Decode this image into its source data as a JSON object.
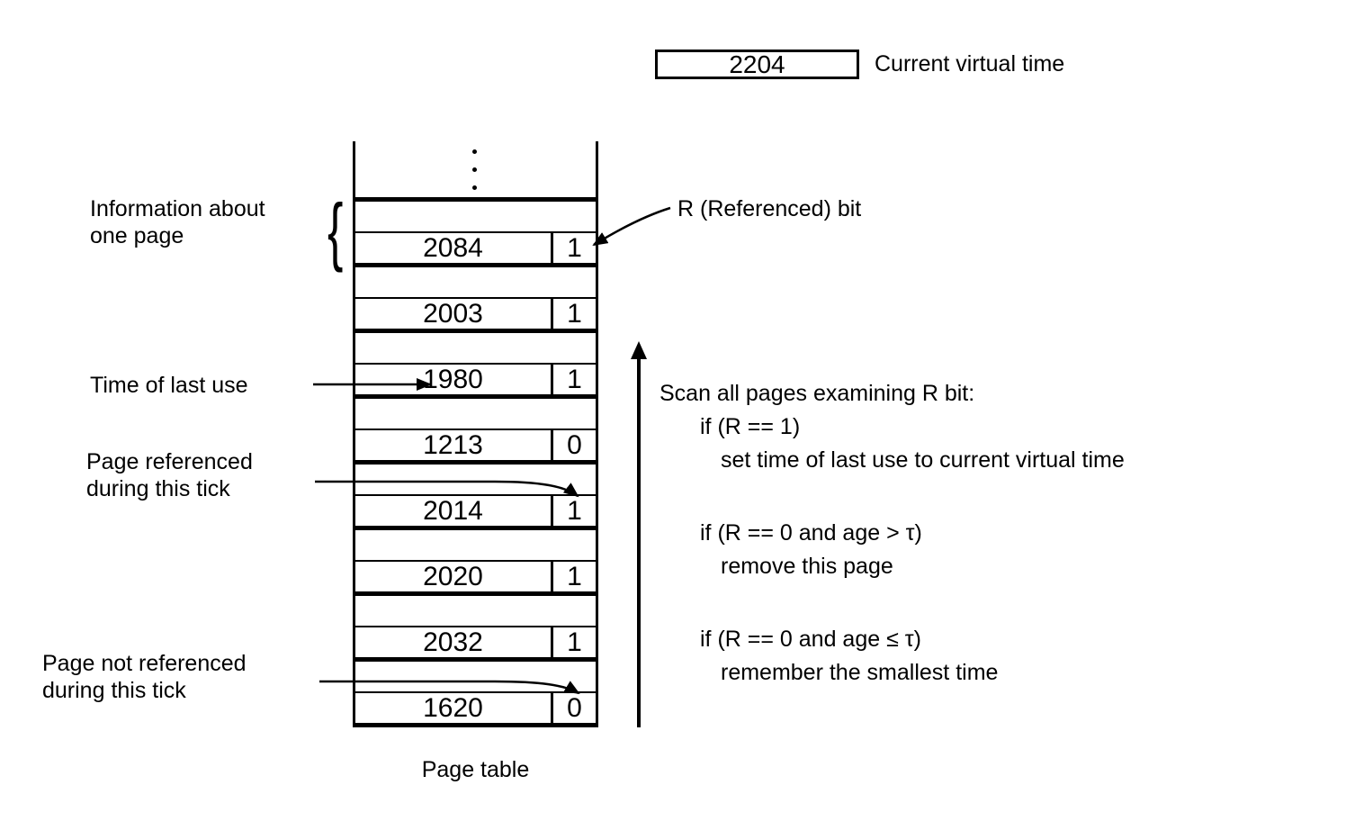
{
  "colors": {
    "ink": "#000000",
    "background": "#ffffff"
  },
  "current_virtual_time": {
    "value": "2204",
    "label": "Current virtual time"
  },
  "page_table": {
    "caption": "Page table",
    "entries": [
      {
        "time_of_last_use": "2084",
        "r_bit": "1"
      },
      {
        "time_of_last_use": "2003",
        "r_bit": "1"
      },
      {
        "time_of_last_use": "1980",
        "r_bit": "1"
      },
      {
        "time_of_last_use": "1213",
        "r_bit": "0"
      },
      {
        "time_of_last_use": "2014",
        "r_bit": "1"
      },
      {
        "time_of_last_use": "2020",
        "r_bit": "1"
      },
      {
        "time_of_last_use": "2032",
        "r_bit": "1"
      },
      {
        "time_of_last_use": "1620",
        "r_bit": "0"
      }
    ]
  },
  "annotations": {
    "brace": "{",
    "info_line1": "Information about",
    "info_line2": "one page",
    "r_bit_label": "R (Referenced) bit",
    "time_of_last_use": "Time of last use",
    "page_ref_line1": "Page referenced",
    "page_ref_line2": "during this tick",
    "page_not_ref_line1": "Page not referenced",
    "page_not_ref_line2": "during this tick"
  },
  "algorithm": {
    "lines": [
      {
        "text": "Scan all pages examining R bit:",
        "indent": 0,
        "gap": false
      },
      {
        "text": "if (R == 1)",
        "indent": 1,
        "gap": false
      },
      {
        "text": "set time of last use to current virtual time",
        "indent": 2,
        "gap": false
      },
      {
        "text": "if (R == 0 and age > τ)",
        "indent": 1,
        "gap": true
      },
      {
        "text": "remove this page",
        "indent": 2,
        "gap": false
      },
      {
        "text": "if (R == 0 and age ≤ τ)",
        "indent": 1,
        "gap": true
      },
      {
        "text": "remember the smallest time",
        "indent": 2,
        "gap": false
      }
    ]
  }
}
